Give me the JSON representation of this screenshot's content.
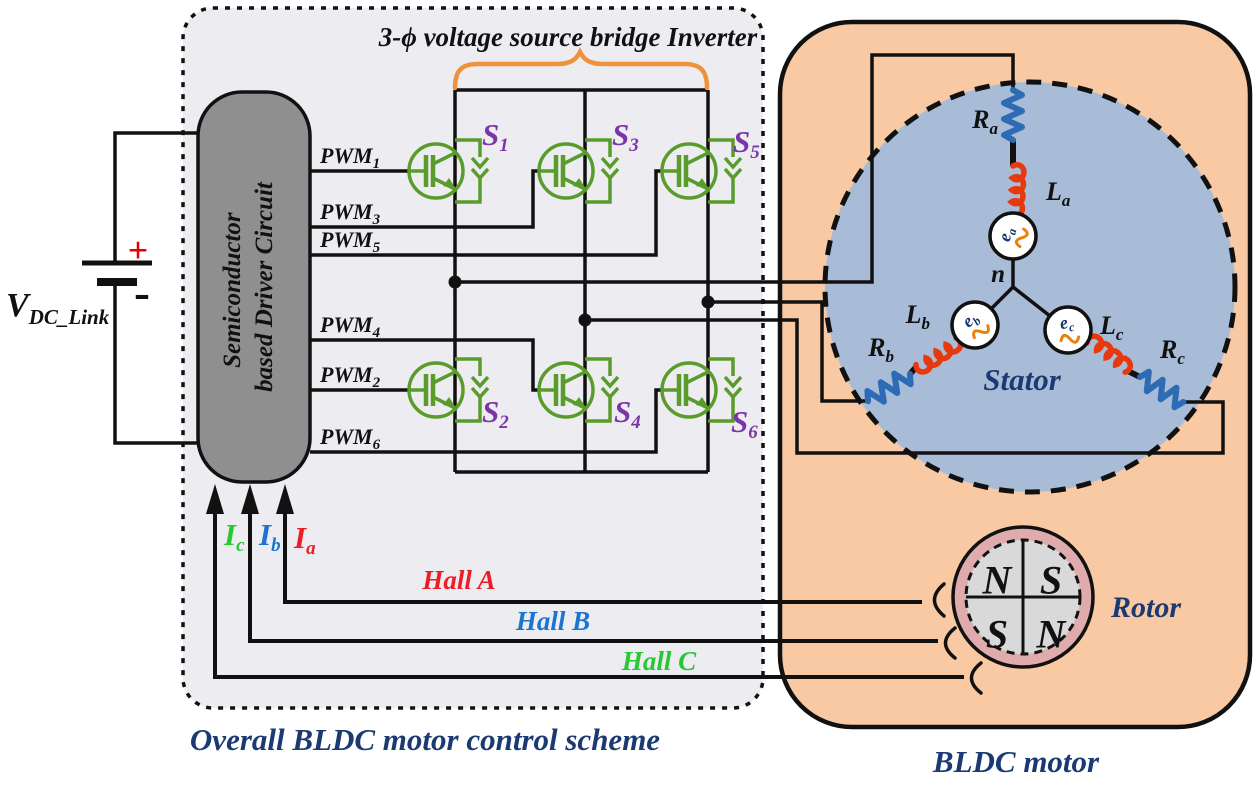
{
  "colors": {
    "control_box_bg": "#ededf1",
    "motor_box_bg": "#f8c9a2",
    "stator_bg": "#a9bcd7",
    "driver_bg": "#8f8f8f",
    "igbt_green": "#5a9c2c",
    "switch_label_purple": "#7a35a8",
    "resistor_blue": "#2d6cb5",
    "inductor_red": "#e8380d",
    "emf_sine_orange": "#e8820c",
    "caption_navy": "#1b3a73",
    "brace_orange": "#ef923d",
    "hall_a_red": "#ee1c25",
    "hall_b_blue": "#1b75ce",
    "hall_c_green": "#27c833",
    "rotor_ring_pink": "#dfabad",
    "rotor_core_gray": "#d9d9d9",
    "plus_red": "#e80000"
  },
  "dc_source": {
    "name_main": "V",
    "name_sub": "DC_Link",
    "plus": "+",
    "minus": "-"
  },
  "driver": {
    "line1": "Semiconductor",
    "line2": "based Driver Circuit"
  },
  "inverter": {
    "title": "3-ϕ voltage source  bridge Inverter",
    "pwm": [
      {
        "main": "PWM",
        "sub": "1"
      },
      {
        "main": "PWM",
        "sub": "3"
      },
      {
        "main": "PWM",
        "sub": "5"
      },
      {
        "main": "PWM",
        "sub": "4"
      },
      {
        "main": "PWM",
        "sub": "2"
      },
      {
        "main": "PWM",
        "sub": "6"
      }
    ],
    "switches": [
      {
        "main": "S",
        "sub": "1"
      },
      {
        "main": "S",
        "sub": "3"
      },
      {
        "main": "S",
        "sub": "5"
      },
      {
        "main": "S",
        "sub": "2"
      },
      {
        "main": "S",
        "sub": "4"
      },
      {
        "main": "S",
        "sub": "6"
      }
    ]
  },
  "currents": [
    {
      "main": "I",
      "sub": "c",
      "color": "#27c833"
    },
    {
      "main": "I",
      "sub": "b",
      "color": "#1b75ce"
    },
    {
      "main": "I",
      "sub": "a",
      "color": "#ee1c25"
    }
  ],
  "halls": [
    {
      "label": "Hall A",
      "color": "#ee1c25"
    },
    {
      "label": "Hall B",
      "color": "#1b75ce"
    },
    {
      "label": "Hall C",
      "color": "#27c833"
    }
  ],
  "captions": {
    "control": "Overall BLDC motor control scheme",
    "motor": "BLDC motor"
  },
  "motor": {
    "stator_label": "Stator",
    "rotor_label": "Rotor",
    "neutral": "n",
    "phases": [
      {
        "r_main": "R",
        "r_sub": "a",
        "l_main": "L",
        "l_sub": "a",
        "e_main": "e",
        "e_sub": "a"
      },
      {
        "r_main": "R",
        "r_sub": "b",
        "l_main": "L",
        "l_sub": "b",
        "e_main": "e",
        "e_sub": "b"
      },
      {
        "r_main": "R",
        "r_sub": "c",
        "l_main": "L",
        "l_sub": "c",
        "e_main": "e",
        "e_sub": "c"
      }
    ],
    "rotor_poles": [
      "N",
      "S",
      "S",
      "N"
    ]
  }
}
